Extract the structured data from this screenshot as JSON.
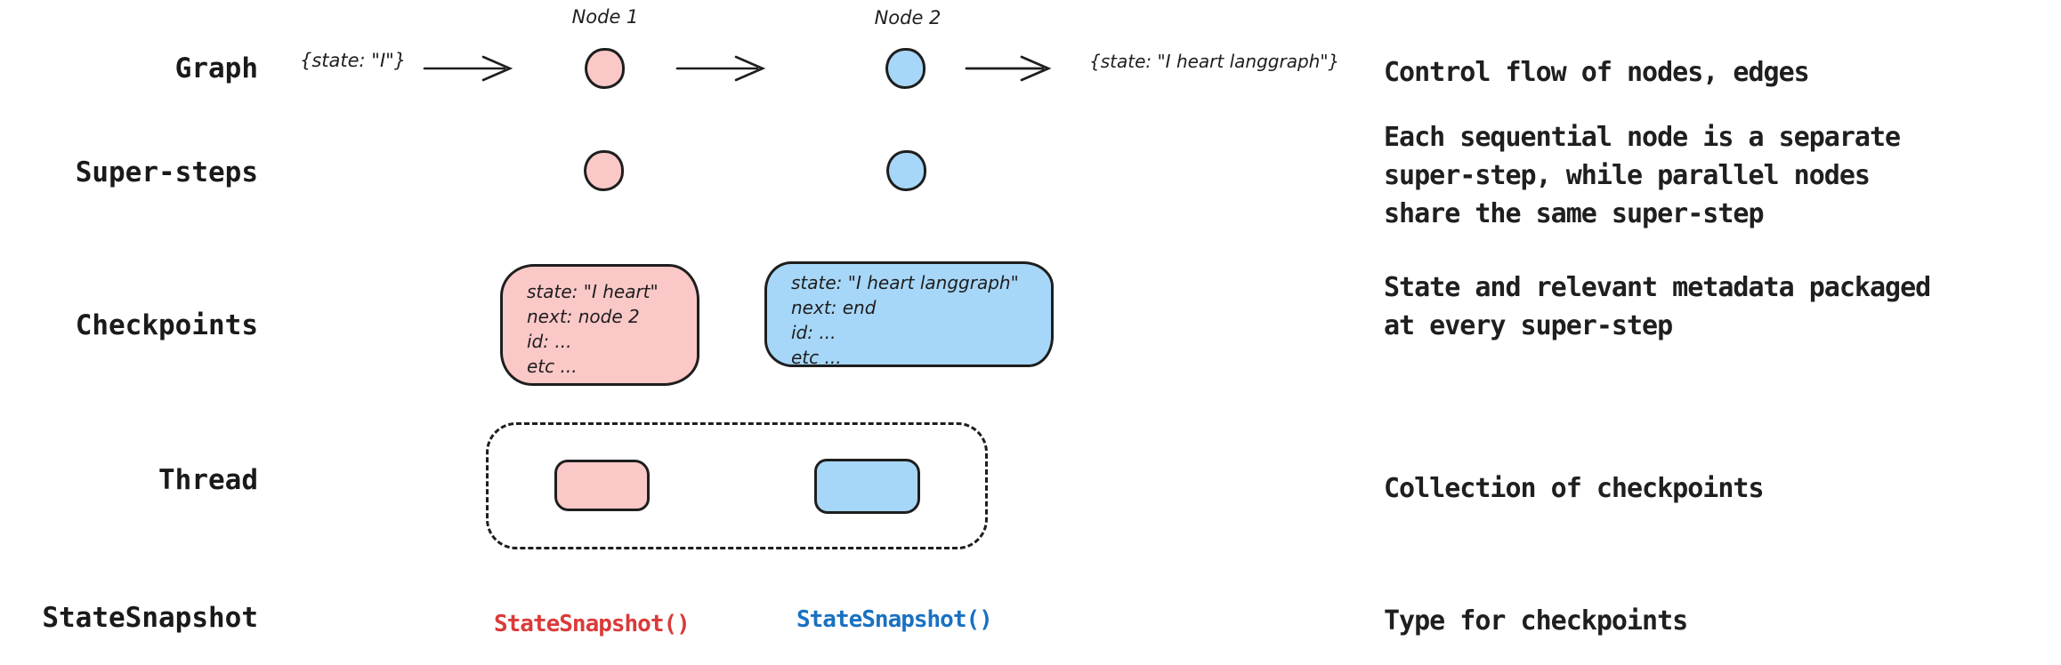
{
  "title": "LangGraph persistence concepts diagram",
  "colors": {
    "node_pink_fill": "#fbc8c8",
    "node_blue_fill": "#a7d7f8",
    "stroke": "#1e1e1e",
    "code_red": "#db3a3a",
    "code_blue": "#1971c2",
    "background": "#ffffff"
  },
  "rows": {
    "graph": {
      "label": "Graph",
      "input_state": "{state: \"I\"}",
      "node1_label": "Node 1",
      "node2_label": "Node 2",
      "output_state": "{state: \"I heart langgraph\"}",
      "desc": "Control flow of nodes, edges"
    },
    "super_steps": {
      "label": "Super-steps",
      "desc": "Each sequential node is a separate\nsuper-step, while parallel nodes\nshare the same super-step"
    },
    "checkpoints": {
      "label": "Checkpoints",
      "pink_box": {
        "lines": [
          "state: \"I heart\"",
          "next: node 2",
          "id: ...",
          "etc ..."
        ]
      },
      "blue_box": {
        "lines": [
          "state: \"I heart langgraph\"",
          "next: end",
          "id: ...",
          "etc ..."
        ]
      },
      "desc": "State and relevant metadata packaged\nat every super-step"
    },
    "thread": {
      "label": "Thread",
      "desc": "Collection of checkpoints"
    },
    "state_snapshot": {
      "label": "StateSnapshot",
      "code_pink": "StateSnapshot()",
      "code_blue": "StateSnapshot()",
      "desc": "Type for checkpoints"
    }
  }
}
